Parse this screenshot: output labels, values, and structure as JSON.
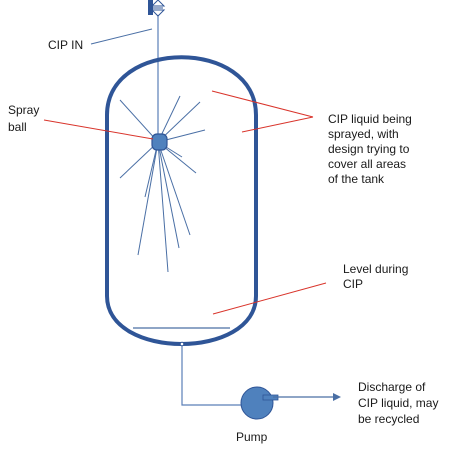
{
  "labels": {
    "cip_in": "CIP IN",
    "spray_ball_line1": "Spray",
    "spray_ball_line2": "ball",
    "sprayed_line1": "CIP liquid being",
    "sprayed_line2": "sprayed, with",
    "sprayed_line3": "design trying to",
    "sprayed_line4": "cover all areas",
    "sprayed_line5": "of the tank",
    "level_line1": "Level during",
    "level_line2": "CIP",
    "discharge_line1": "Discharge of",
    "discharge_line2": "CIP liquid, may",
    "discharge_line3": "be recycled",
    "pump": "Pump"
  },
  "colors": {
    "vessel": "#2f5597",
    "pipe": "#5b7fb8",
    "pointer": "#d9342b",
    "spray": "#4a6fa5",
    "valve": "#2f5597",
    "pump_fill": "#4f81bd",
    "text": "#1a1a1a"
  },
  "icons": {
    "valve": "valve-icon",
    "spray_ball": "spray-ball-icon",
    "pump": "pump-icon"
  }
}
